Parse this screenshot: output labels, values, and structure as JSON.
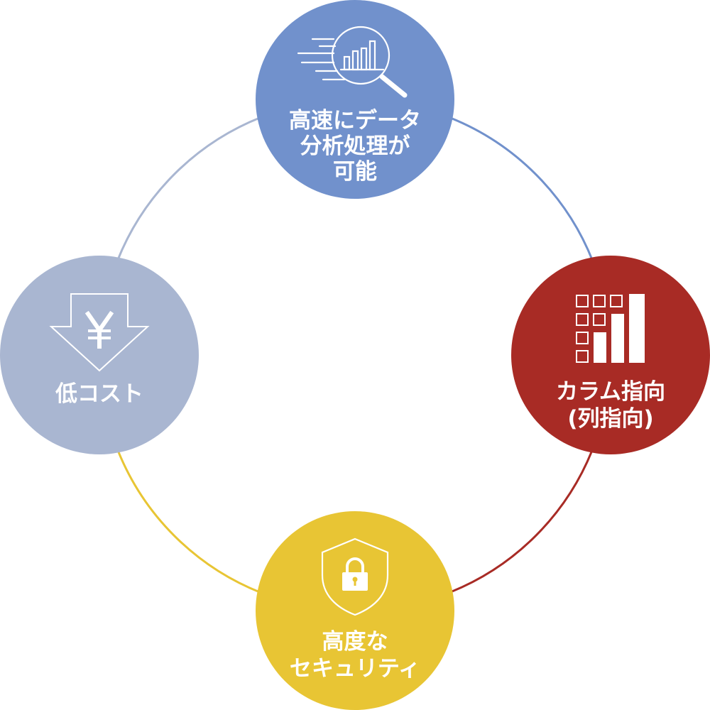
{
  "diagram": {
    "nodes": [
      {
        "id": "top",
        "lines": [
          "高速にデータ",
          "分析処理が",
          "可能"
        ],
        "color": "#7191cc",
        "icon": "magnifier-chart-icon"
      },
      {
        "id": "right",
        "lines": [
          "カラム指向",
          "(列指向)"
        ],
        "color": "#a82b25",
        "icon": "column-chart-icon"
      },
      {
        "id": "bottom",
        "lines": [
          "高度な",
          "セキュリティ"
        ],
        "color": "#e8c534",
        "icon": "shield-lock-icon"
      },
      {
        "id": "left",
        "lines": [
          "低コスト"
        ],
        "color": "#a9b6d1",
        "icon": "yen-down-arrow-icon"
      }
    ]
  }
}
